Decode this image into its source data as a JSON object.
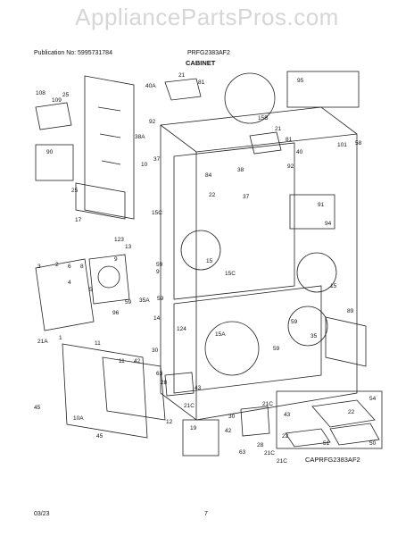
{
  "watermark": "AppliancePartsPros.com",
  "header": {
    "publication": "Publication No: 5995731784",
    "model": "PRFG2383AF2",
    "section": "CABINET"
  },
  "footer": {
    "date": "03/23",
    "page": "7",
    "diagram_code": "CAPRFG2383AF2"
  },
  "part_labels": [
    {
      "id": "l108",
      "text": "108"
    },
    {
      "id": "l109",
      "text": "109"
    },
    {
      "id": "l25a",
      "text": "25"
    },
    {
      "id": "l90",
      "text": "90"
    },
    {
      "id": "l10",
      "text": "10"
    },
    {
      "id": "l25b",
      "text": "25"
    },
    {
      "id": "l17",
      "text": "17"
    },
    {
      "id": "l123",
      "text": "123"
    },
    {
      "id": "l13",
      "text": "13"
    },
    {
      "id": "l9",
      "text": "9"
    },
    {
      "id": "l3",
      "text": "3"
    },
    {
      "id": "l2",
      "text": "2"
    },
    {
      "id": "l6",
      "text": "6"
    },
    {
      "id": "l8",
      "text": "8"
    },
    {
      "id": "l4",
      "text": "4"
    },
    {
      "id": "l5",
      "text": "5"
    },
    {
      "id": "l96",
      "text": "96"
    },
    {
      "id": "l21A",
      "text": "21A"
    },
    {
      "id": "l1",
      "text": "1"
    },
    {
      "id": "l11a",
      "text": "11"
    },
    {
      "id": "l21",
      "text": "21"
    },
    {
      "id": "l40A",
      "text": "40A"
    },
    {
      "id": "l81",
      "text": "81"
    },
    {
      "id": "l92",
      "text": "92"
    },
    {
      "id": "l38A",
      "text": "38A"
    },
    {
      "id": "l37",
      "text": "37"
    },
    {
      "id": "l15B",
      "text": "15B"
    },
    {
      "id": "l95",
      "text": "95"
    },
    {
      "id": "l21b",
      "text": "21"
    },
    {
      "id": "l81b",
      "text": "81"
    },
    {
      "id": "l40",
      "text": "40"
    },
    {
      "id": "l38",
      "text": "38"
    },
    {
      "id": "l92b",
      "text": "92"
    },
    {
      "id": "l101",
      "text": "101"
    },
    {
      "id": "l58",
      "text": "58"
    },
    {
      "id": "l84",
      "text": "84"
    },
    {
      "id": "l22",
      "text": "22"
    },
    {
      "id": "l37b",
      "text": "37"
    },
    {
      "id": "l15C",
      "text": "15C"
    },
    {
      "id": "l91",
      "text": "91"
    },
    {
      "id": "l94",
      "text": "94"
    },
    {
      "id": "l15a",
      "text": "15"
    },
    {
      "id": "l15Cb",
      "text": "15C"
    },
    {
      "id": "l15b",
      "text": "15"
    },
    {
      "id": "l59a",
      "text": "59"
    },
    {
      "id": "l9b",
      "text": "9"
    },
    {
      "id": "l59b",
      "text": "59"
    },
    {
      "id": "l35A",
      "text": "35A"
    },
    {
      "id": "l59c",
      "text": "59"
    },
    {
      "id": "l14",
      "text": "14"
    },
    {
      "id": "l124",
      "text": "124"
    },
    {
      "id": "l15A",
      "text": "15A"
    },
    {
      "id": "l59d",
      "text": "59"
    },
    {
      "id": "l35",
      "text": "35"
    },
    {
      "id": "l89",
      "text": "89"
    },
    {
      "id": "l59e",
      "text": "59"
    },
    {
      "id": "l30",
      "text": "30"
    },
    {
      "id": "l42",
      "text": "42"
    },
    {
      "id": "l11b",
      "text": "11"
    },
    {
      "id": "l63",
      "text": "63"
    },
    {
      "id": "l28",
      "text": "28"
    },
    {
      "id": "l43",
      "text": "43"
    },
    {
      "id": "l21C",
      "text": "21C"
    },
    {
      "id": "l45",
      "text": "45"
    },
    {
      "id": "l10A",
      "text": "10A"
    },
    {
      "id": "l12",
      "text": "12"
    },
    {
      "id": "l45b",
      "text": "45"
    },
    {
      "id": "l19",
      "text": "19"
    },
    {
      "id": "l54",
      "text": "54"
    },
    {
      "id": "l22b",
      "text": "22"
    },
    {
      "id": "l30b",
      "text": "30"
    },
    {
      "id": "l21Cb",
      "text": "21C"
    },
    {
      "id": "l43b",
      "text": "43"
    },
    {
      "id": "l42b",
      "text": "42"
    },
    {
      "id": "l22c",
      "text": "22"
    },
    {
      "id": "l51",
      "text": "51"
    },
    {
      "id": "l50",
      "text": "50"
    },
    {
      "id": "l28b",
      "text": "28"
    },
    {
      "id": "l21Cc",
      "text": "21C"
    },
    {
      "id": "l63b",
      "text": "63"
    },
    {
      "id": "l21Cd",
      "text": "21C"
    }
  ]
}
